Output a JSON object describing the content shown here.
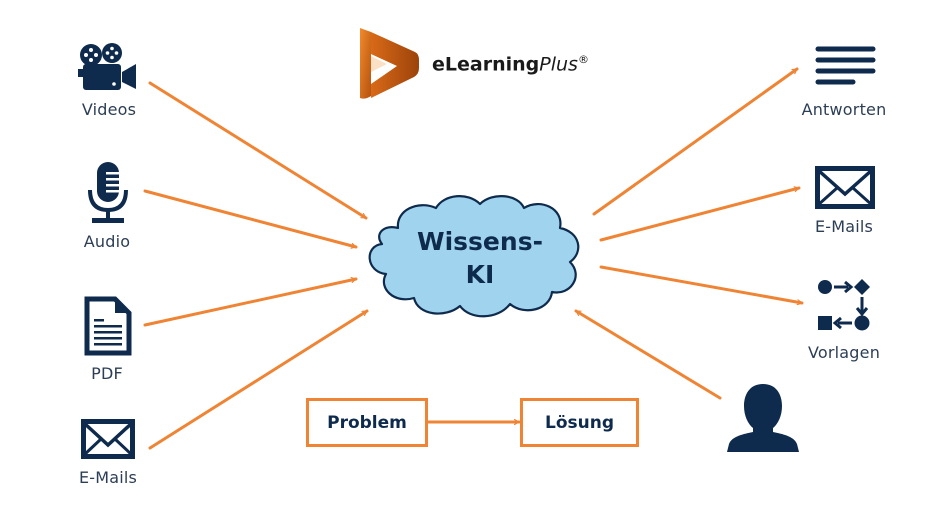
{
  "logo": {
    "brand_main": "eLearning",
    "brand_suffix": "Plus",
    "registered": "®",
    "icon": "elearningplus-logo-icon"
  },
  "center": {
    "title_line1": "Wissens-",
    "title_line2": "KI",
    "shape": "cloud"
  },
  "inputs": [
    {
      "label": "Videos",
      "icon": "movie-camera-icon"
    },
    {
      "label": "Audio",
      "icon": "microphone-icon"
    },
    {
      "label": "PDF",
      "icon": "document-icon"
    },
    {
      "label": "E-Mails",
      "icon": "envelope-icon"
    }
  ],
  "outputs": [
    {
      "label": "Antworten",
      "icon": "text-lines-icon"
    },
    {
      "label": "E-Mails",
      "icon": "envelope-icon"
    },
    {
      "label": "Vorlagen",
      "icon": "workflow-icon"
    }
  ],
  "user": {
    "icon": "user-silhouette-icon"
  },
  "flow": {
    "from": "Problem",
    "to": "Lösung"
  },
  "colors": {
    "arrow": "#ef8434",
    "icon": "#0e2a4d",
    "cloud_fill": "#9fd3ee",
    "cloud_stroke": "#0e2a4d",
    "label_text": "#2c3e55",
    "logo_orange": "#e07a1f"
  }
}
